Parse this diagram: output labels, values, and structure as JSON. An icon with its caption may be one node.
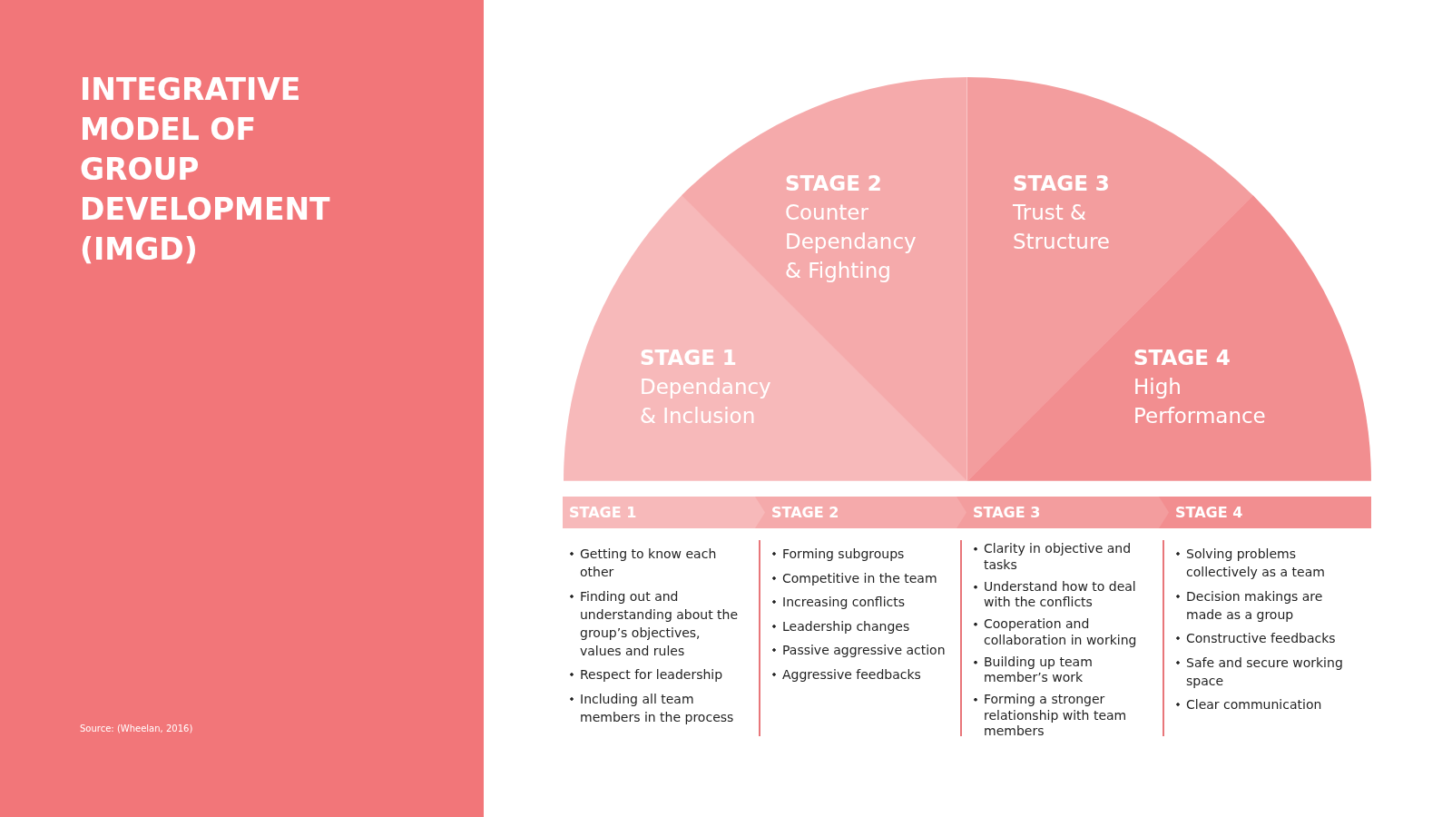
{
  "diagram": {
    "title": "INTEGRATIVE MODEL OF GROUP DEVELOPMENT (IMGD)",
    "nodes": [
      {
        "text": [
          "STAGE 1",
          "Dependancy & Inclusion"
        ]
      },
      {
        "text": [
          "STAGE 2",
          "Counter Dependancy & Fighting"
        ]
      },
      {
        "text": [
          "STAGE 3",
          "Trust & Structure"
        ]
      },
      {
        "text": [
          "STAGE 4",
          "High Performance"
        ]
      },
      {
        "text": [
          "STAGE 1"
        ],
        "beside": [
          "Getting to know each other",
          "Finding out and understanding about the group’s objectives, values and rules",
          "Respect for leadership",
          "Including all team members in the process"
        ]
      },
      {
        "text": [
          "STAGE 2"
        ],
        "beside": [
          "Forming subgroups",
          "Competitive in the team",
          "Increasing conflicts",
          "Leadership changes",
          "Passive aggressive action",
          "Aggressive feedbacks"
        ]
      },
      {
        "text": [
          "STAGE 3"
        ],
        "beside": [
          "Clarity in objective and tasks",
          "Understand how to deal with the conflicts",
          "Cooperation and collaboration in working",
          "Building up team member’s work",
          "Forming a stronger relationship with team members"
        ]
      },
      {
        "text": [
          "STAGE 4"
        ],
        "beside": [
          "Solving problems collectively as a team",
          "Decision makings are made as a group",
          "Constructive feedbacks",
          "Safe and secure working space",
          "Clear communication"
        ]
      }
    ],
    "labels": [
      "Source: (Wheelan, 2016)"
    ]
  }
}
